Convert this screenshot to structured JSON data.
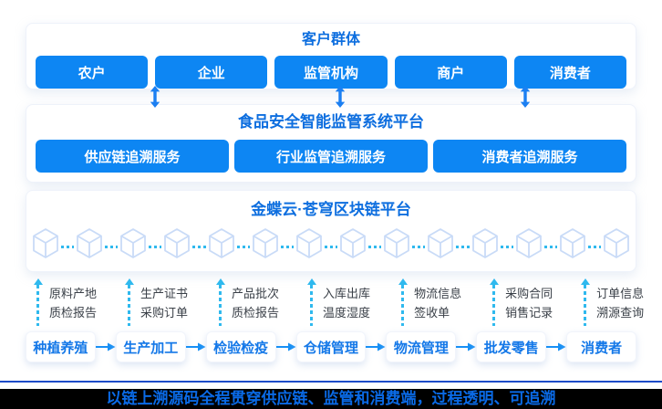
{
  "colors": {
    "button_blue": "#0d86f3",
    "title_blue": "#0d6edf",
    "flow_text_blue": "#1478e8",
    "updown_arrow_blue": "#1b7ff2",
    "dotted_cyan": "#2fb9ee",
    "cube_outline": "#c9dbf7",
    "divider_blue": "#1d4bc8",
    "caption_background": "#000000",
    "caption_text_blue": "#0a6ae6"
  },
  "customers": {
    "title": "客户群体",
    "items": [
      "农户",
      "企业",
      "监管机构",
      "商户",
      "消费者"
    ]
  },
  "platform": {
    "title": "食品安全智能监管系统平台",
    "services": [
      "供应链追溯服务",
      "行业监管追溯服务",
      "消费者追溯服务"
    ]
  },
  "blockchain": {
    "title": "金蝶云·苍穹区块链平台",
    "node_count": 14,
    "node_icon": "wireframe-cube-icon",
    "link_style": "dotted-chain-link"
  },
  "data_labels": [
    [
      "原料产地",
      "质检报告"
    ],
    [
      "生产证书",
      "采购订单"
    ],
    [
      "产品批次",
      "质检报告"
    ],
    [
      "入库出库",
      "温度湿度"
    ],
    [
      "物流信息",
      "签收单"
    ],
    [
      "采购合同",
      "销售记录"
    ],
    [
      "订单信息",
      "溯源查询"
    ]
  ],
  "supply_chain": [
    "种植养殖",
    "生产加工",
    "检验检疫",
    "仓储管理",
    "物流管理",
    "批发零售",
    "消费者"
  ],
  "caption": "以链上溯源码全程贯穿供应链、监管和消费端，过程透明、可追溯"
}
